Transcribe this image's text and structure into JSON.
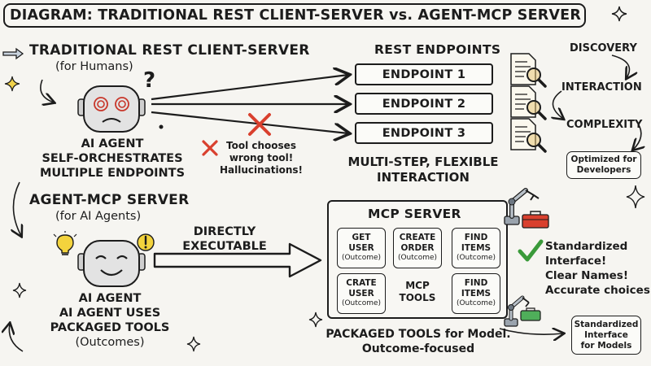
{
  "title": "DIAGRAM: TRADITIONAL REST CLIENT-SERVER vs. AGENT-MCP SERVER",
  "rest": {
    "title": "TRADITIONAL REST CLIENT-SERVER",
    "subtitle": "(for Humans)",
    "question_mark": "?",
    "agent_lines": [
      "AI AGENT",
      "SELF-ORCHESTRATES",
      "MULTIPLE ENDPOINTS"
    ],
    "endpoints_title": "REST ENDPOINTS",
    "endpoints": [
      "ENDPOINT 1",
      "ENDPOINT 2",
      "ENDPOINT 3"
    ],
    "wrong_note": [
      "Tool chooses",
      "wrong tool!",
      "Hallucinations!"
    ],
    "interaction_lines": [
      "MULTI-STEP, FLEXIBLE",
      "INTERACTION"
    ]
  },
  "side_flow": {
    "steps": [
      "DISCOVERY",
      "INTERACTION",
      "COMPLEXITY"
    ],
    "box_top": [
      "Optimized for",
      "Developers"
    ],
    "box_bottom": [
      "Standardized",
      "Interface",
      "for Models"
    ]
  },
  "mcp": {
    "title": "AGENT-MCP SERVER",
    "subtitle": "(for AI Agents)",
    "arrow_label": [
      "DIRECTLY",
      "EXECUTABLE"
    ],
    "agent_lines": [
      "AI AGENT",
      "AI AGENT USES",
      "PACKAGED TOOLS",
      "(Outcomes)"
    ],
    "server_title": "MCP SERVER",
    "tools": [
      {
        "name": [
          "GET",
          "USER"
        ],
        "outcome": "(Outcome)"
      },
      {
        "name": [
          "CREATE",
          "ORDER"
        ],
        "outcome": "(Outcome)"
      },
      {
        "name": [
          "FIND",
          "ITEMS"
        ],
        "outcome": "(Outcome)"
      },
      {
        "name": [
          "CRATE",
          "USER"
        ],
        "outcome": "(Outcome)"
      },
      {
        "name": [
          "FIND",
          "ITEMS"
        ],
        "outcome": "(Outcome)"
      }
    ],
    "center_tools": [
      "MCP",
      "TOOLS"
    ],
    "benefits": [
      "Standardized",
      "Interface!",
      "Clear Names!",
      "Accurate choices!"
    ],
    "packaged_lines": [
      "PACKAGED TOOLS for Model.",
      "Outcome-focused"
    ]
  },
  "colors": {
    "ink": "#1c1c1c",
    "red": "#d9402e",
    "green": "#3a9a3a",
    "paper": "#f6f5f1",
    "robot_gray": "#dcdcdc",
    "magnifier": "#e6c26e",
    "bulb": "#f3d33d"
  },
  "icons": [
    "sparkle-icon",
    "robot-confused-icon",
    "robot-happy-icon",
    "document-search-icon",
    "robot-arm-icon",
    "toolbox-icon",
    "check-icon",
    "cross-icon",
    "lightbulb-icon",
    "exclamation-icon"
  ]
}
